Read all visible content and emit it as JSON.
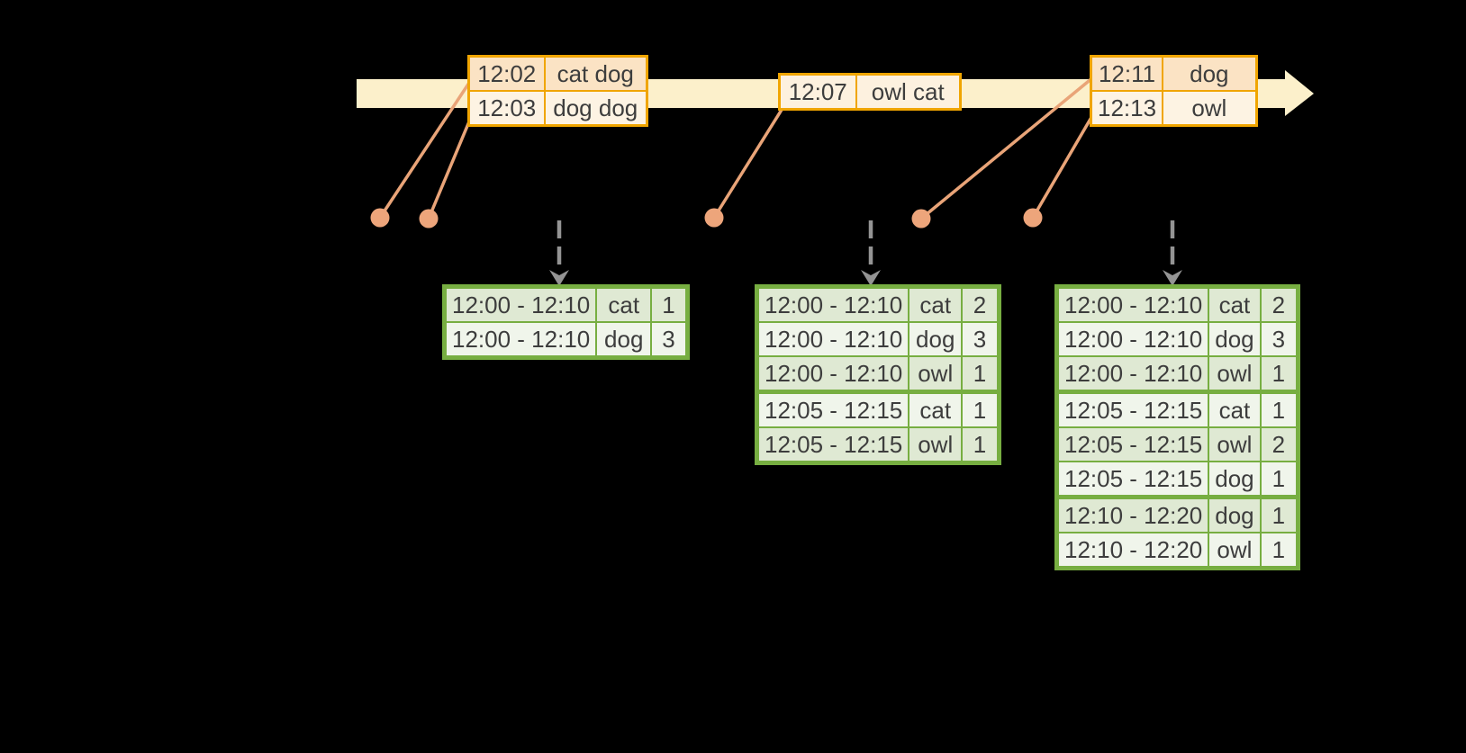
{
  "colors": {
    "background": "#000000",
    "timeline_fill": "#fcf0cb",
    "event_table_border": "#f0a500",
    "event_row_dark": "#fbe3c4",
    "event_row_light": "#fdf3e3",
    "connector_salmon": "#e9a478",
    "trigger_arrow_gray": "#949494",
    "result_table_border": "#77ae41",
    "result_row_dark": "#dfe9d3",
    "result_row_light": "#f0f5eb",
    "text": "#3d3d3d"
  },
  "event_tables": [
    {
      "rows": [
        {
          "time": "12:02",
          "words": "cat dog"
        },
        {
          "time": "12:03",
          "words": "dog dog"
        }
      ]
    },
    {
      "rows": [
        {
          "time": "12:07",
          "words": "owl cat"
        }
      ]
    },
    {
      "rows": [
        {
          "time": "12:11",
          "words": "dog"
        },
        {
          "time": "12:13",
          "words": "owl"
        }
      ]
    }
  ],
  "result_tables": [
    {
      "rows": [
        {
          "window": "12:00 - 12:10",
          "word": "cat",
          "count": "1"
        },
        {
          "window": "12:00 - 12:10",
          "word": "dog",
          "count": "3"
        }
      ]
    },
    {
      "rows": [
        {
          "window": "12:00 - 12:10",
          "word": "cat",
          "count": "2"
        },
        {
          "window": "12:00 - 12:10",
          "word": "dog",
          "count": "3"
        },
        {
          "window": "12:00 - 12:10",
          "word": "owl",
          "count": "1"
        },
        {
          "window": "12:05 - 12:15",
          "word": "cat",
          "count": "1"
        },
        {
          "window": "12:05 - 12:15",
          "word": "owl",
          "count": "1"
        }
      ]
    },
    {
      "rows": [
        {
          "window": "12:00 - 12:10",
          "word": "cat",
          "count": "2"
        },
        {
          "window": "12:00 - 12:10",
          "word": "dog",
          "count": "3"
        },
        {
          "window": "12:00 - 12:10",
          "word": "owl",
          "count": "1"
        },
        {
          "window": "12:05 - 12:15",
          "word": "cat",
          "count": "1"
        },
        {
          "window": "12:05 - 12:15",
          "word": "owl",
          "count": "2"
        },
        {
          "window": "12:05 - 12:15",
          "word": "dog",
          "count": "1"
        },
        {
          "window": "12:10 - 12:20",
          "word": "dog",
          "count": "1"
        },
        {
          "window": "12:10 - 12:20",
          "word": "owl",
          "count": "1"
        }
      ]
    }
  ]
}
